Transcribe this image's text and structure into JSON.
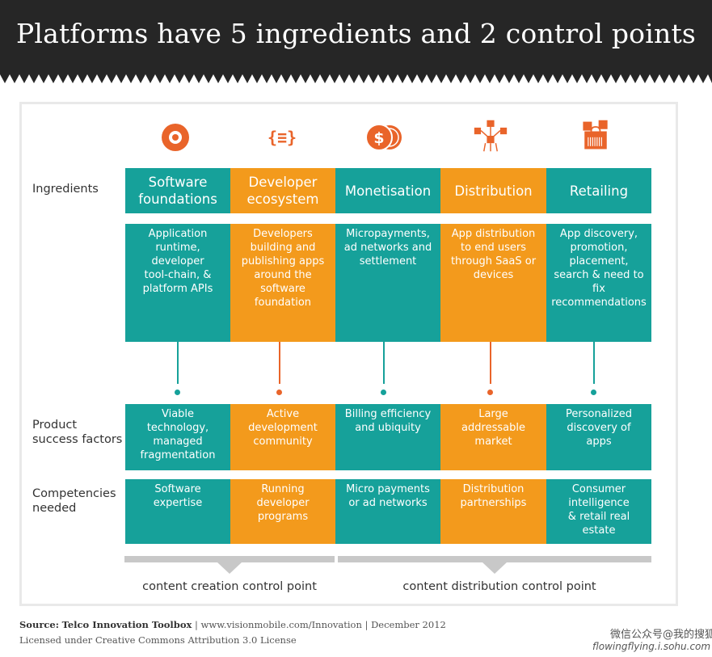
{
  "title": "Platforms have 5 ingredients and 2 control points",
  "row_labels": {
    "ingredients": "Ingredients",
    "success_1": "Product",
    "success_2": "success factors",
    "competencies_1": "Competencies",
    "competencies_2": "needed"
  },
  "columns": [
    {
      "icon": "target-disc-icon",
      "head_1": "Software",
      "head_2": "foundations",
      "desc": [
        "Application",
        "runtime,",
        "developer",
        "tool-chain, &",
        "platform APIs"
      ],
      "success": [
        "Viable",
        "technology,",
        "managed",
        "fragmentation"
      ],
      "competency": [
        "Software",
        "expertise"
      ]
    },
    {
      "icon": "code-brackets-icon",
      "head_1": "Developer",
      "head_2": "ecosystem",
      "desc": [
        "Developers",
        "building and",
        "publishing apps",
        "around the",
        "software",
        "foundation"
      ],
      "success": [
        "Active",
        "development",
        "community"
      ],
      "competency": [
        "Running",
        "developer",
        "programs"
      ]
    },
    {
      "icon": "coins-dollar-icon",
      "head_1": "Monetisation",
      "head_2": "",
      "desc": [
        "Micropayments,",
        "ad networks and",
        "settlement"
      ],
      "success": [
        "Billing efficiency",
        "and ubiquity"
      ],
      "competency": [
        "Micro payments",
        "or ad networks"
      ]
    },
    {
      "icon": "distribution-boxes-icon",
      "head_1": "Distribution",
      "head_2": "",
      "desc": [
        "App distribution",
        "to end users",
        "through SaaS or",
        "devices"
      ],
      "success": [
        "Large",
        "addressable",
        "market"
      ],
      "competency": [
        "Distribution",
        "partnerships"
      ]
    },
    {
      "icon": "shopping-bags-icon",
      "head_1": "Retailing",
      "head_2": "",
      "desc": [
        "App discovery,",
        "promotion,",
        "placement,",
        "search & need to",
        "fix",
        "recommendations"
      ],
      "success": [
        "Personalized",
        "discovery of",
        "apps"
      ],
      "competency": [
        "Consumer",
        "intelligence",
        "& retail real",
        "estate"
      ]
    }
  ],
  "control_points": {
    "creation": "content creation control point",
    "distribution": "content distribution control point"
  },
  "footer": {
    "source_label": "Source:",
    "source_name": "Telco Innovation Toolbox",
    "source_rest": " | www.visionmobile.com/Innovation | December 2012",
    "license": "Licensed under Creative Commons Attribution 3.0 License"
  },
  "watermark": {
    "line1": "微信公众号@我的搜狐",
    "line2": "flowingflying.i.sohu.com"
  },
  "colors": {
    "teal": "#16a19a",
    "orange": "#f39a1c",
    "orange_red": "#e9642a",
    "banner": "#262626",
    "grey_bar": "#c8c8c8"
  }
}
